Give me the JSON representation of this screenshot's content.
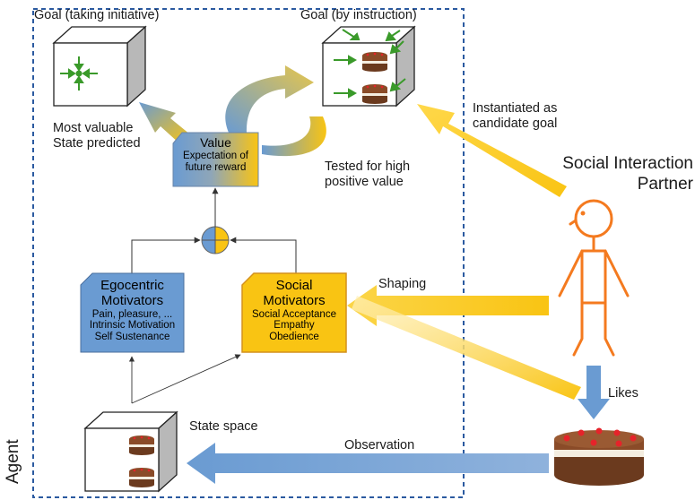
{
  "agent_label": "Agent",
  "goal_initiative_label": "Goal (taking initiative)",
  "goal_instruction_label": "Goal (by instruction)",
  "most_valuable_text": [
    "Most valuable",
    "State predicted"
  ],
  "value_box": {
    "title": "Value",
    "lines": [
      "Expectation of",
      "future reward"
    ]
  },
  "tested_text": [
    "Tested for high",
    "positive value"
  ],
  "instantiated_text": [
    "Instantiated as",
    "candidate goal"
  ],
  "partner_label": [
    "Social Interaction",
    "Partner"
  ],
  "egocentric_box": {
    "title": [
      "Egocentric",
      "Motivators"
    ],
    "lines": [
      "Pain, pleasure, ...",
      "Intrinsic Motivation",
      "Self Sustenance"
    ]
  },
  "social_box": {
    "title": [
      "Social",
      "Motivators"
    ],
    "lines": [
      "Social Acceptance",
      "Empathy",
      "Obedience"
    ]
  },
  "shaping_label": "Shaping",
  "likes_label": "Likes",
  "state_space_label": "State space",
  "observation_label": "Observation",
  "colors": {
    "blue": "#6a9bd2",
    "yellow": "#f9c413",
    "orange_figure": "#f47a1f",
    "green_arrow": "#3a9a2a",
    "dashed_border": "#2b5aa0",
    "cake_brown": "#6b3a1e",
    "cake_dots": "#e6232a"
  }
}
